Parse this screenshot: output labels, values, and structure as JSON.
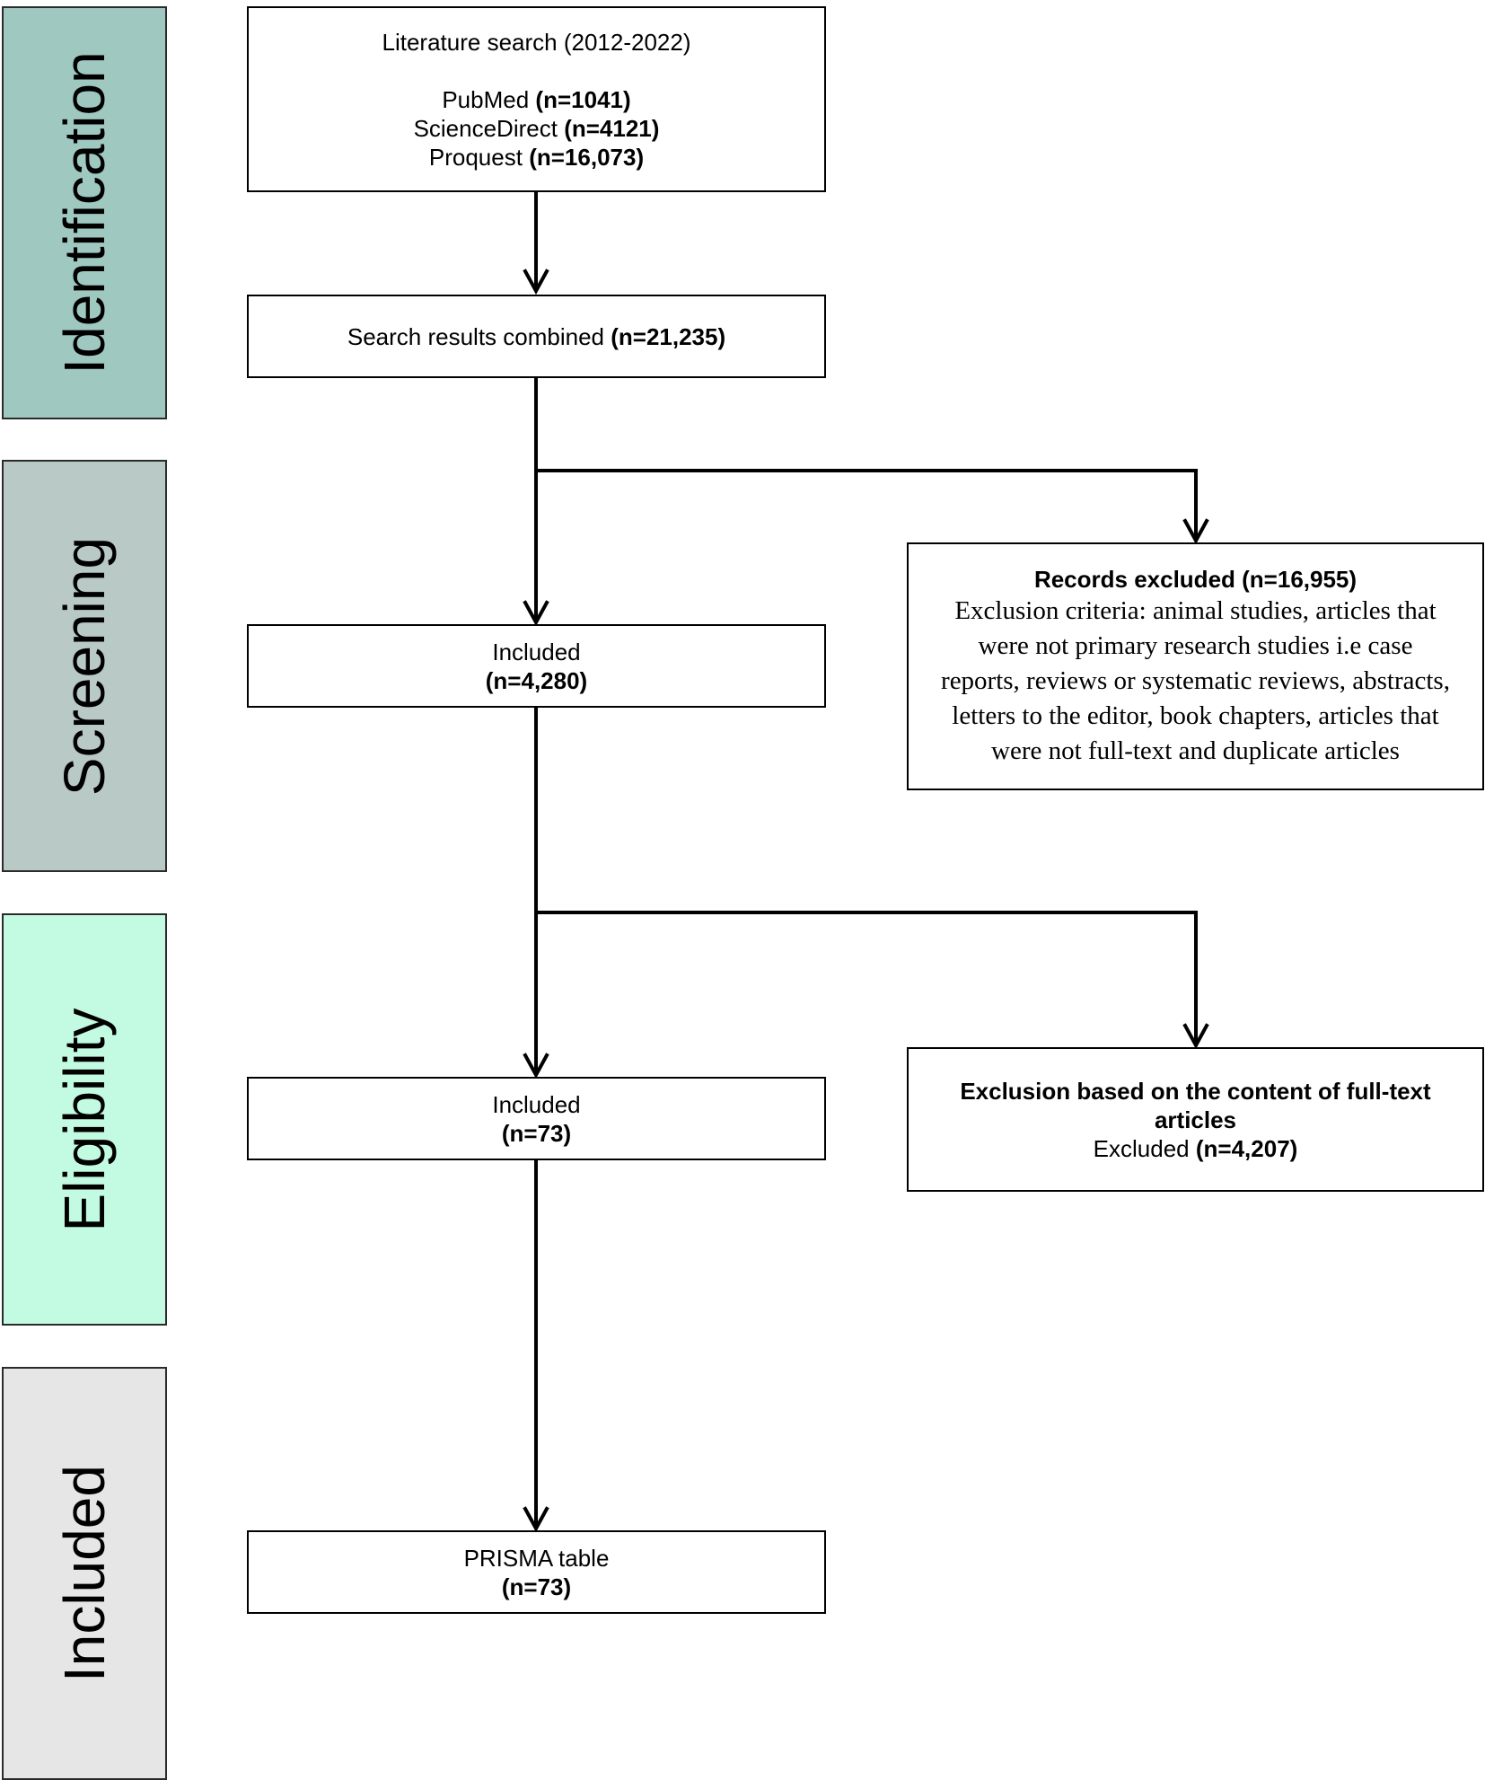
{
  "stages": [
    {
      "id": "identification",
      "label": "Identification",
      "color": "#9ec8c0"
    },
    {
      "id": "screening",
      "label": "Screening",
      "color": "#b9c9c6"
    },
    {
      "id": "eligibility",
      "label": "Eligibility",
      "color": "#c2fbe1"
    },
    {
      "id": "included",
      "label": "Included",
      "color": "#e6e6e6"
    }
  ],
  "boxes": {
    "literature": {
      "title": "Literature search (2012-2022)",
      "sources": [
        {
          "name": "PubMed",
          "count": "(n=1041)"
        },
        {
          "name": "ScienceDirect",
          "count": "(n=4121)"
        },
        {
          "name": "Proquest",
          "count": "(n=16,073)"
        }
      ]
    },
    "combined": {
      "text": "Search results combined",
      "count": "(n=21,235)"
    },
    "screen_included": {
      "text": "Included",
      "count": "(n=4,280)"
    },
    "records_excluded": {
      "title": "Records excluded (n=16,955)",
      "lines": [
        "Exclusion criteria: animal studies, articles that",
        "were not primary research studies i.e case",
        "reports, reviews or systematic reviews, abstracts,",
        "letters to the editor, book chapters, articles that",
        "were not full-text and duplicate articles"
      ]
    },
    "elig_included": {
      "text": "Included",
      "count": "(n=73)"
    },
    "fulltext_excluded": {
      "title_line1": "Exclusion based on the content of full-text",
      "title_line2": "articles",
      "text": "Excluded",
      "count": "(n=4,207)"
    },
    "prisma": {
      "text": "PRISMA table",
      "count": "(n=73)"
    }
  }
}
